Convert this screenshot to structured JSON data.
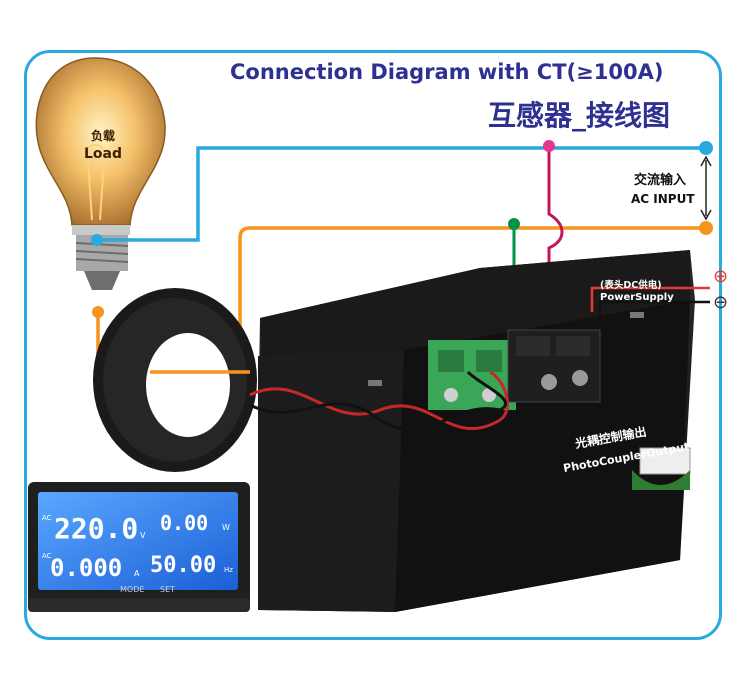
{
  "title": {
    "en": "Connection Diagram with CT(≥100A)",
    "cn": "互感器_接线图"
  },
  "labels": {
    "load_cn": "负载",
    "load_en": "Load",
    "ac_input_cn": "交流输入",
    "ac_input_en": "AC INPUT",
    "power_cn": "(表头DC供电)",
    "power_en": "PowerSupply",
    "photo_cn": "光耦控制输出",
    "photo_en": "PhotoCouplerOutput"
  },
  "meter": {
    "tag_ac_top": "AC",
    "tag_ac_bottom": "AC",
    "voltage": "220.0",
    "voltage_unit": "V",
    "power": "0.00",
    "power_unit": "W",
    "current": "0.000",
    "current_unit": "A",
    "frequency": "50.00",
    "frequency_unit": "Hz",
    "mode_label": "MODE",
    "set_label": "SET"
  },
  "colors": {
    "frame": "#29a9e0",
    "title": "#2e3192",
    "wire_neutral": "#29a9e0",
    "wire_live": "#f7941d",
    "wire_green": "#009245",
    "wire_pink": "#c2185b",
    "power_plus": "#e53935",
    "lcd": "#1565c0"
  },
  "symbols": {
    "plus": "⊕",
    "minus": "⊖"
  }
}
